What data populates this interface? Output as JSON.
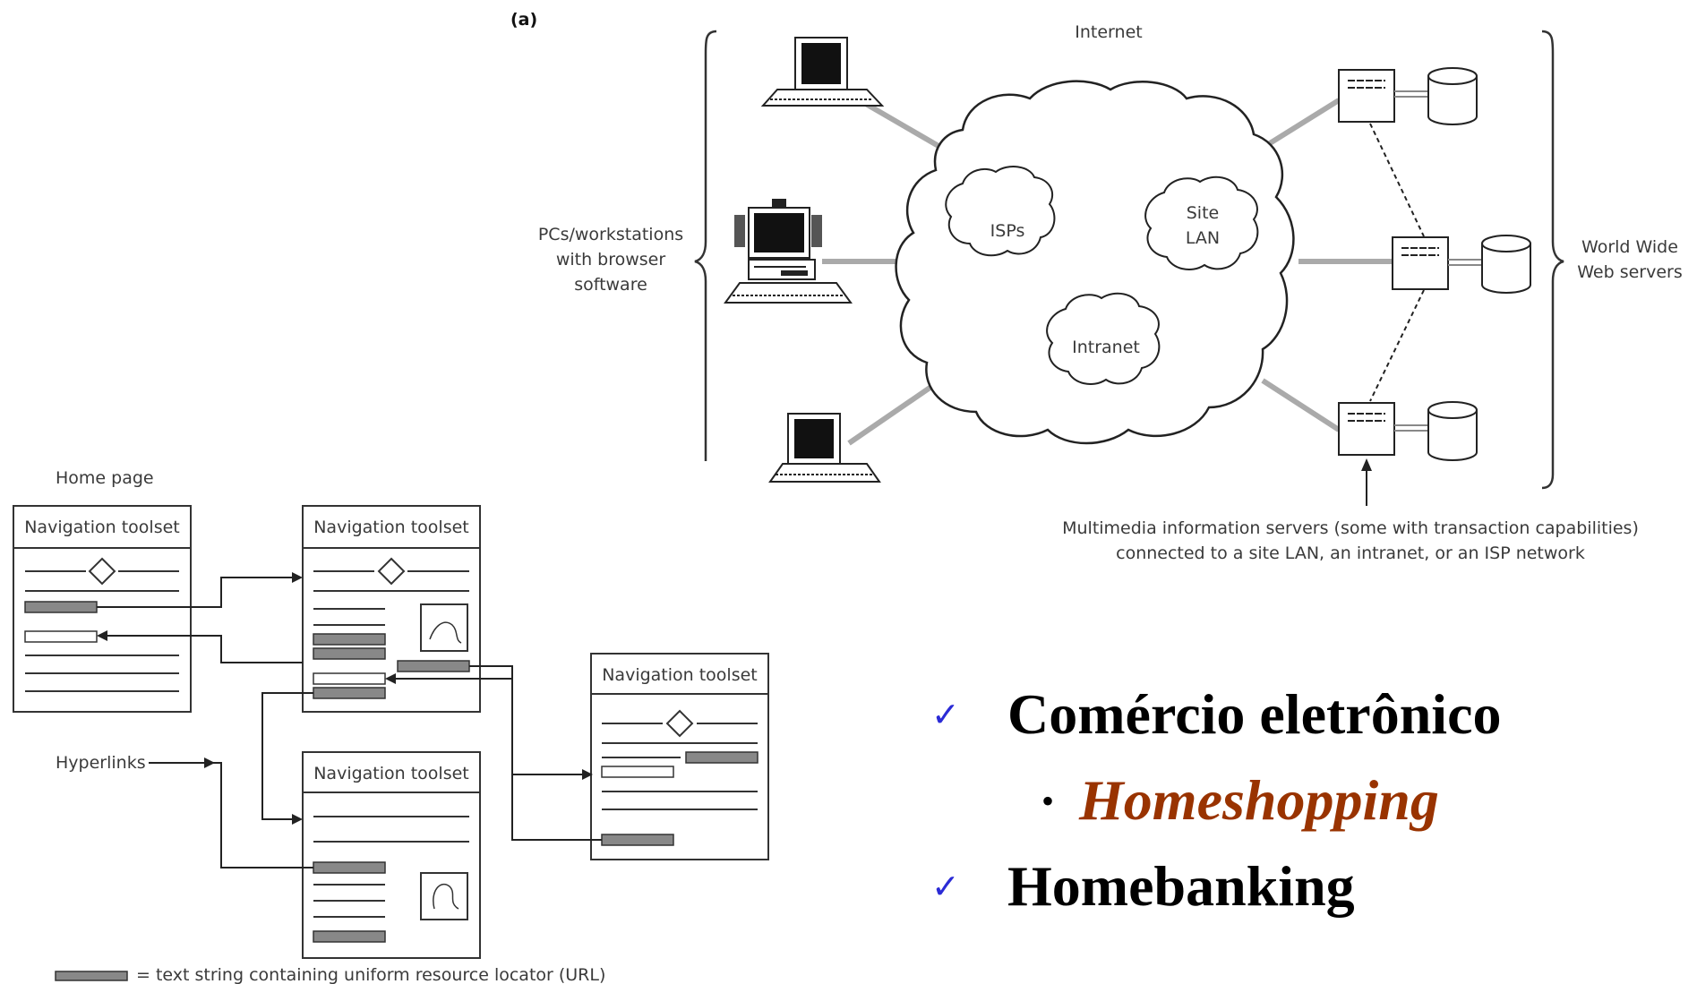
{
  "network": {
    "label_a": "(a)",
    "internet": "Internet",
    "clients_line1": "PCs/workstations",
    "clients_line2": "with browser",
    "clients_line3": "software",
    "isps": "ISPs",
    "site_lan_line1": "Site",
    "site_lan_line2": "LAN",
    "intranet": "Intranet",
    "www_line1": "World Wide",
    "www_line2": "Web servers",
    "servers_caption_line1": "Multimedia information servers (some with transaction capabilities)",
    "servers_caption_line2": "connected to a site LAN, an intranet, or an ISP network"
  },
  "hypertext": {
    "home_page": "Home page",
    "nav_toolset": "Navigation toolset",
    "hyperlinks": "Hyperlinks",
    "legend": "= text string containing uniform resource locator (URL)"
  },
  "bullets": {
    "item1": "Comércio eletrônico",
    "sub1": "Homeshopping",
    "item2": "Homebanking",
    "check_icon": "✓",
    "dot_icon": "•"
  }
}
